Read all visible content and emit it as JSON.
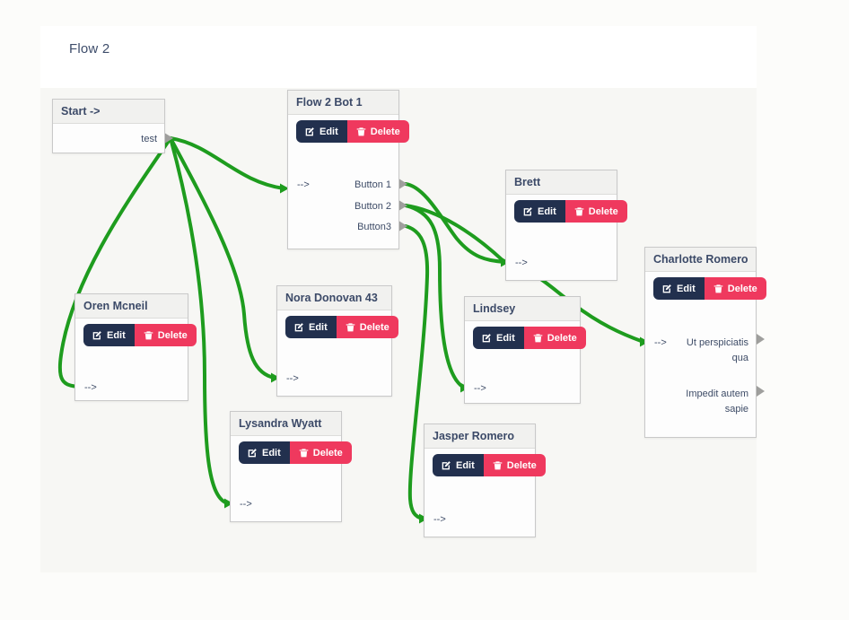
{
  "header": {
    "title": "Flow 2"
  },
  "actions": {
    "edit": "Edit",
    "delete": "Delete"
  },
  "nodes": {
    "start": {
      "title": "Start ->",
      "outputs": [
        "test"
      ]
    },
    "flow2bot1": {
      "title": "Flow 2 Bot 1",
      "input": "-->",
      "outputs": [
        "Button 1",
        "Button 2",
        "Button3"
      ]
    },
    "brett": {
      "title": "Brett",
      "input": "-->"
    },
    "charlotte": {
      "title": "Charlotte Romero",
      "input": "-->",
      "outputs": [
        "Ut perspiciatis qua",
        "Impedit autem sapie"
      ]
    },
    "oren": {
      "title": "Oren Mcneil",
      "input": "-->"
    },
    "nora": {
      "title": "Nora Donovan 43",
      "input": "-->"
    },
    "lindsey": {
      "title": "Lindsey",
      "input": "-->"
    },
    "lysandra": {
      "title": "Lysandra Wyatt",
      "input": "-->"
    },
    "jasper": {
      "title": "Jasper Romero",
      "input": "-->"
    }
  },
  "connections": [
    {
      "from": "start.test",
      "to": "flow2bot1.input"
    },
    {
      "from": "start.test",
      "to": "oren.input"
    },
    {
      "from": "start.test",
      "to": "nora.input"
    },
    {
      "from": "start.test",
      "to": "lysandra.input"
    },
    {
      "from": "flow2bot1.button1",
      "to": "charlotte.input"
    },
    {
      "from": "flow2bot1.button2",
      "to": "brett.input"
    },
    {
      "from": "flow2bot1.button2",
      "to": "lindsey.input"
    },
    {
      "from": "flow2bot1.button3",
      "to": "jasper.input"
    }
  ],
  "colors": {
    "edge": "#1e9c1e",
    "edit_button": "#22304e",
    "delete_button": "#ef395e",
    "node_text": "#3d4b66",
    "port": "#9f9f9d"
  }
}
